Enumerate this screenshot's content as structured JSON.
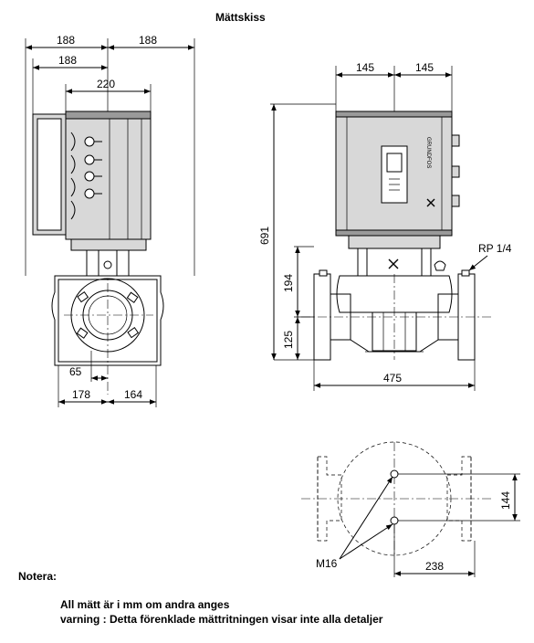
{
  "title": "Mättskiss",
  "side_view": {
    "dims": {
      "top_left": "188",
      "top_right": "188",
      "second": "188",
      "third": "220",
      "inner": "65",
      "bottom_left": "178",
      "bottom_right": "164"
    }
  },
  "front_view": {
    "dims": {
      "top_left": "145",
      "top_right": "145",
      "total_height": "691",
      "mid_height": "194",
      "low_height": "125",
      "width": "475",
      "port": "RP 1/4"
    }
  },
  "base_view": {
    "dims": {
      "spacing": "144",
      "width": "238",
      "bolt": "M16"
    }
  },
  "notes": {
    "heading": "Notera:",
    "line1": "All mätt är i mm om andra anges",
    "line2": "varning : Detta förenklade mättritningen visar inte alla detaljer"
  }
}
